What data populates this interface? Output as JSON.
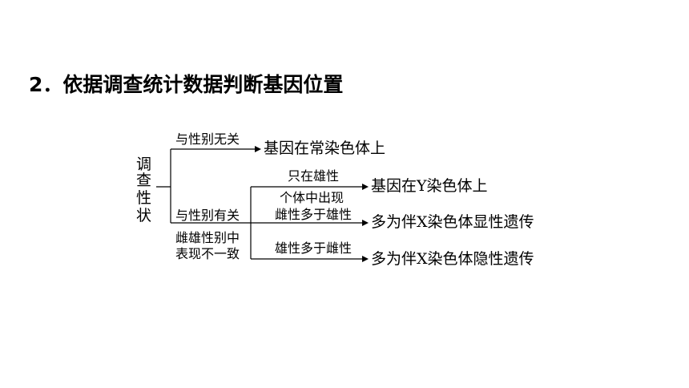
{
  "title": "2．依据调查统计数据判断基因位置",
  "diagram": {
    "root": [
      "调",
      "查",
      "性",
      "状"
    ],
    "branch_unrelated": {
      "condition": "与性别无关",
      "result": "基因在常染色体上"
    },
    "branch_related": {
      "condition": "与性别有关",
      "sub_condition": [
        "雌雄性别中",
        "表现不一致"
      ],
      "cases": [
        {
          "condition": [
            "只在雄性"
          ],
          "result": "基因在Y染色体上"
        },
        {
          "condition": [
            "个体中出现",
            "雌性多于雄性"
          ],
          "result": "多为伴X染色体显性遗传"
        },
        {
          "condition": [
            "雄性多于雌性"
          ],
          "result": "多为伴X染色体隐性遗传"
        }
      ]
    }
  }
}
